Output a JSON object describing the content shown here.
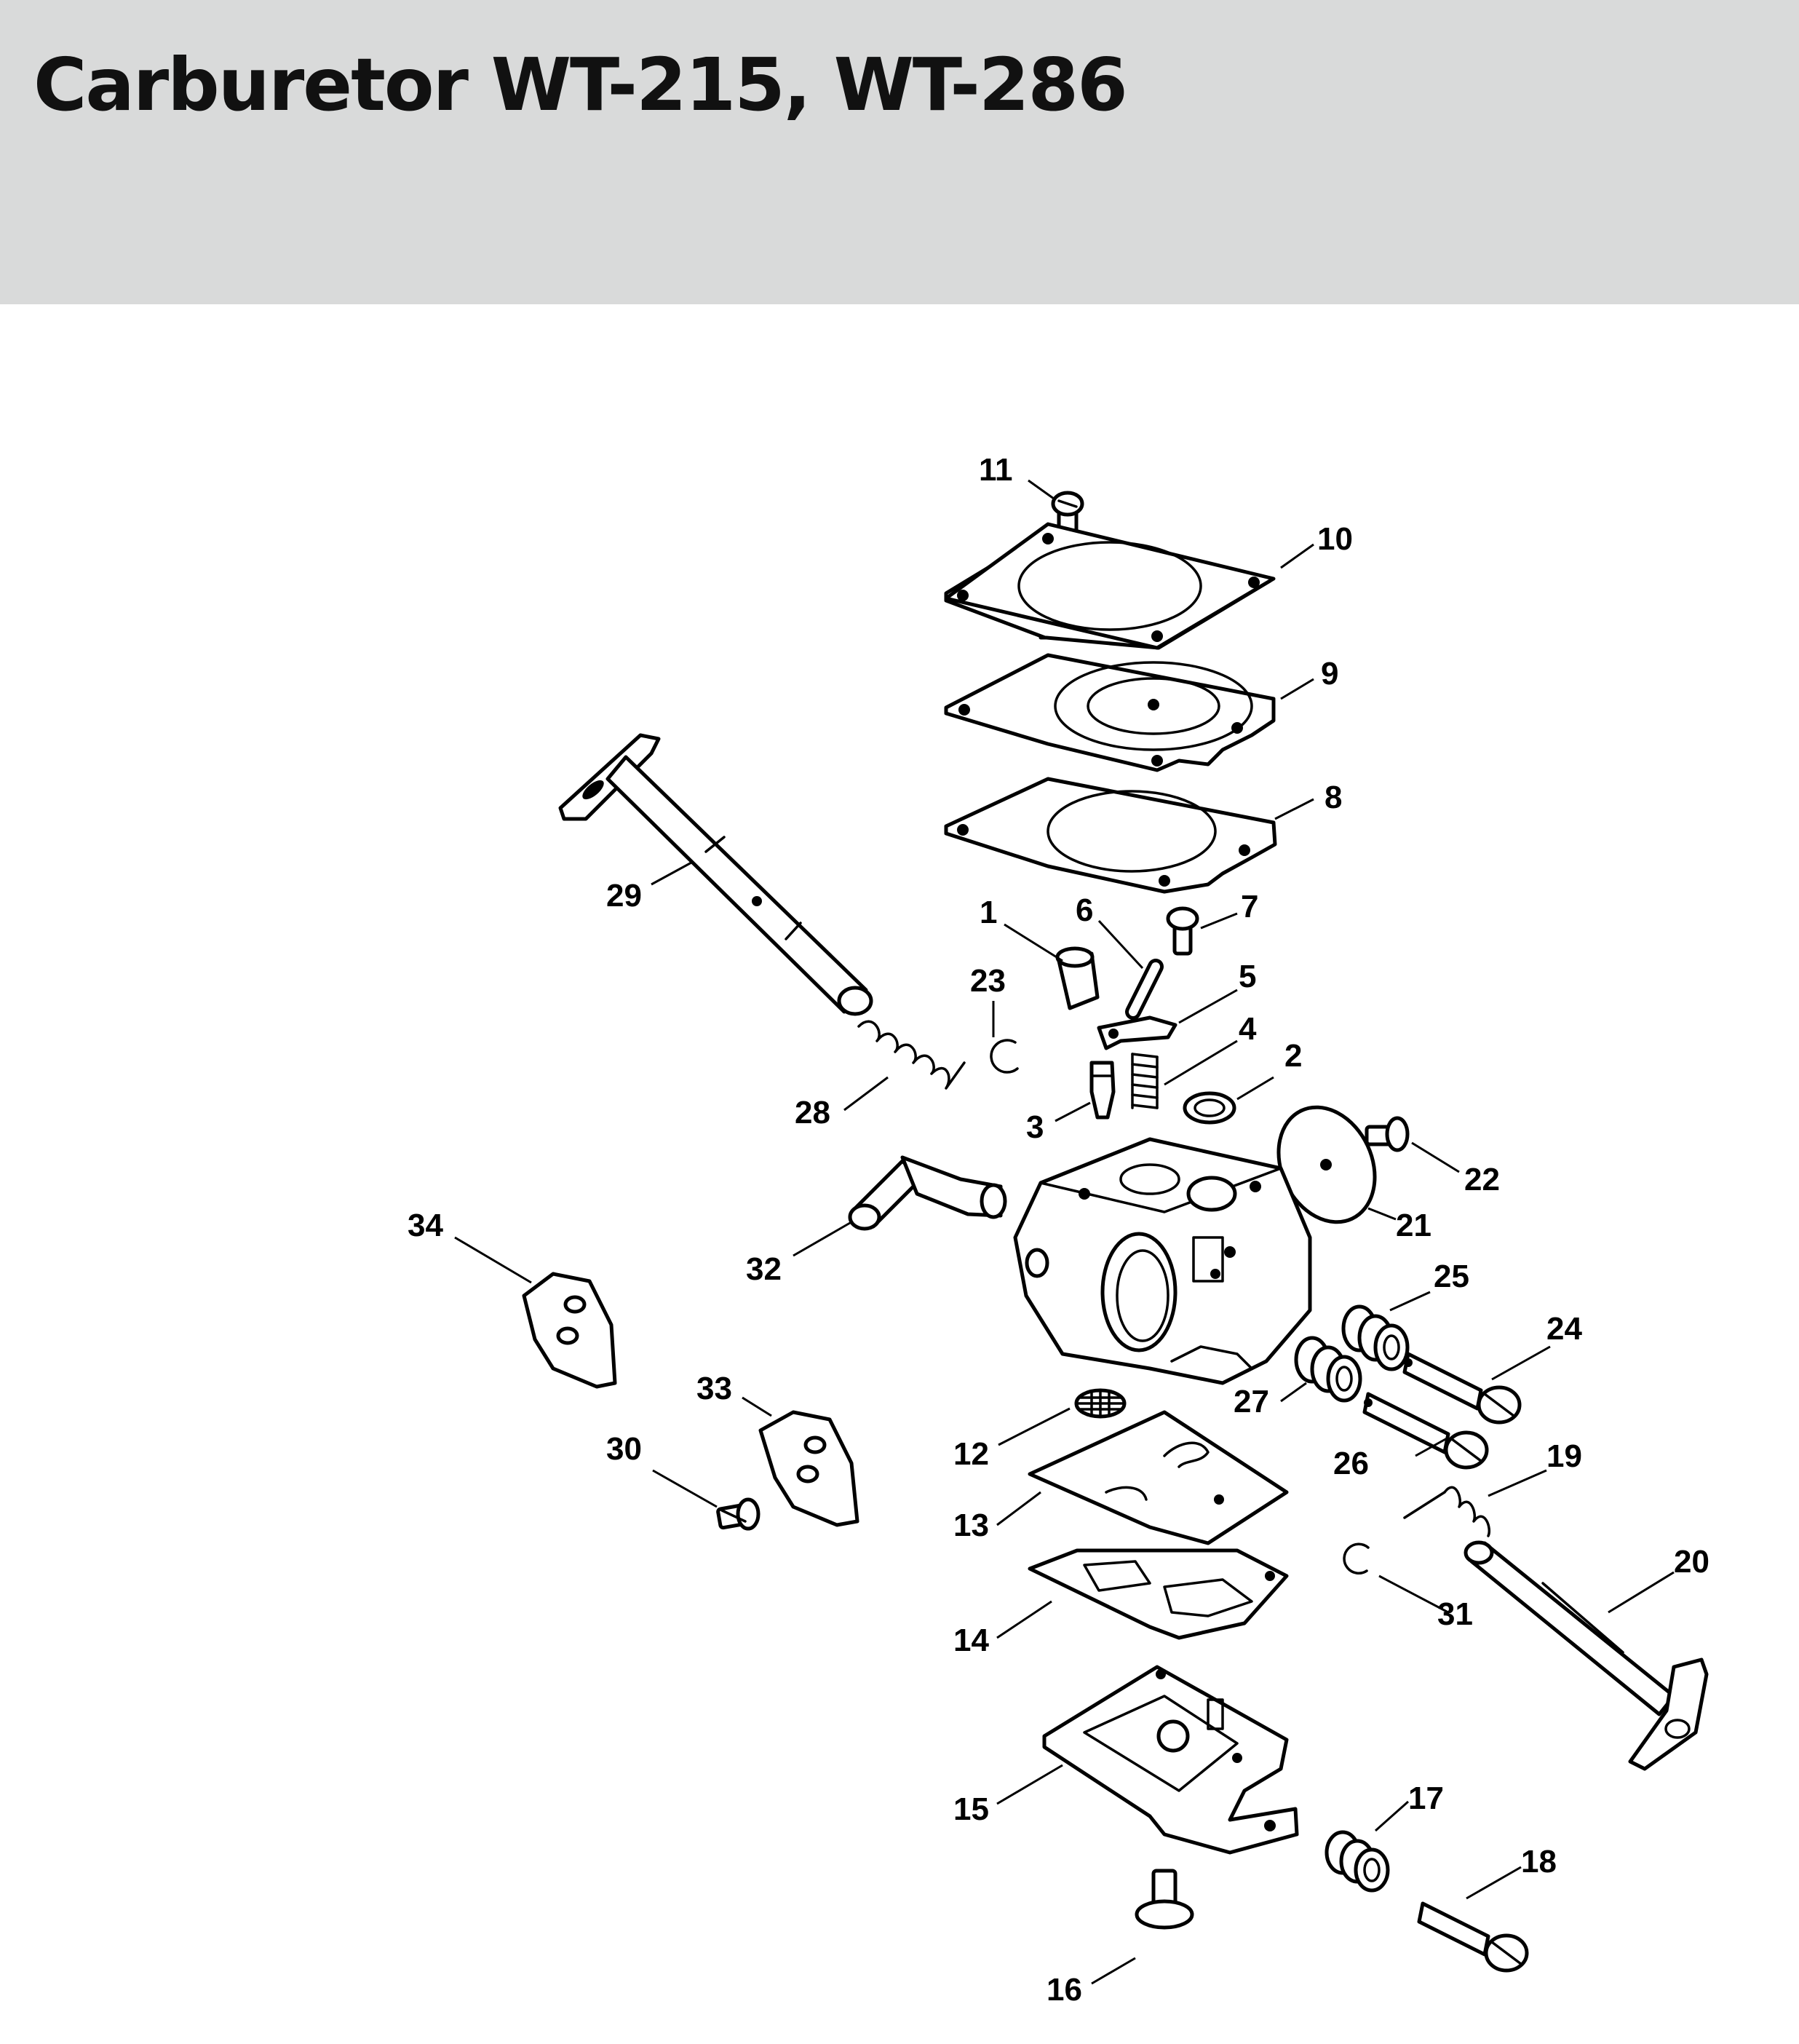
{
  "header": {
    "title": "Carburetor WT-215, WT-286",
    "background_color": "#d9dada"
  },
  "diagram": {
    "line_color": "#000000",
    "part_labels": [
      "1",
      "2",
      "3",
      "4",
      "5",
      "6",
      "7",
      "8",
      "9",
      "10",
      "11",
      "12",
      "13",
      "14",
      "15",
      "16",
      "17",
      "18",
      "19",
      "20",
      "21",
      "22",
      "23",
      "24",
      "25",
      "26",
      "27",
      "28",
      "29",
      "30",
      "31",
      "32",
      "33",
      "34"
    ]
  }
}
